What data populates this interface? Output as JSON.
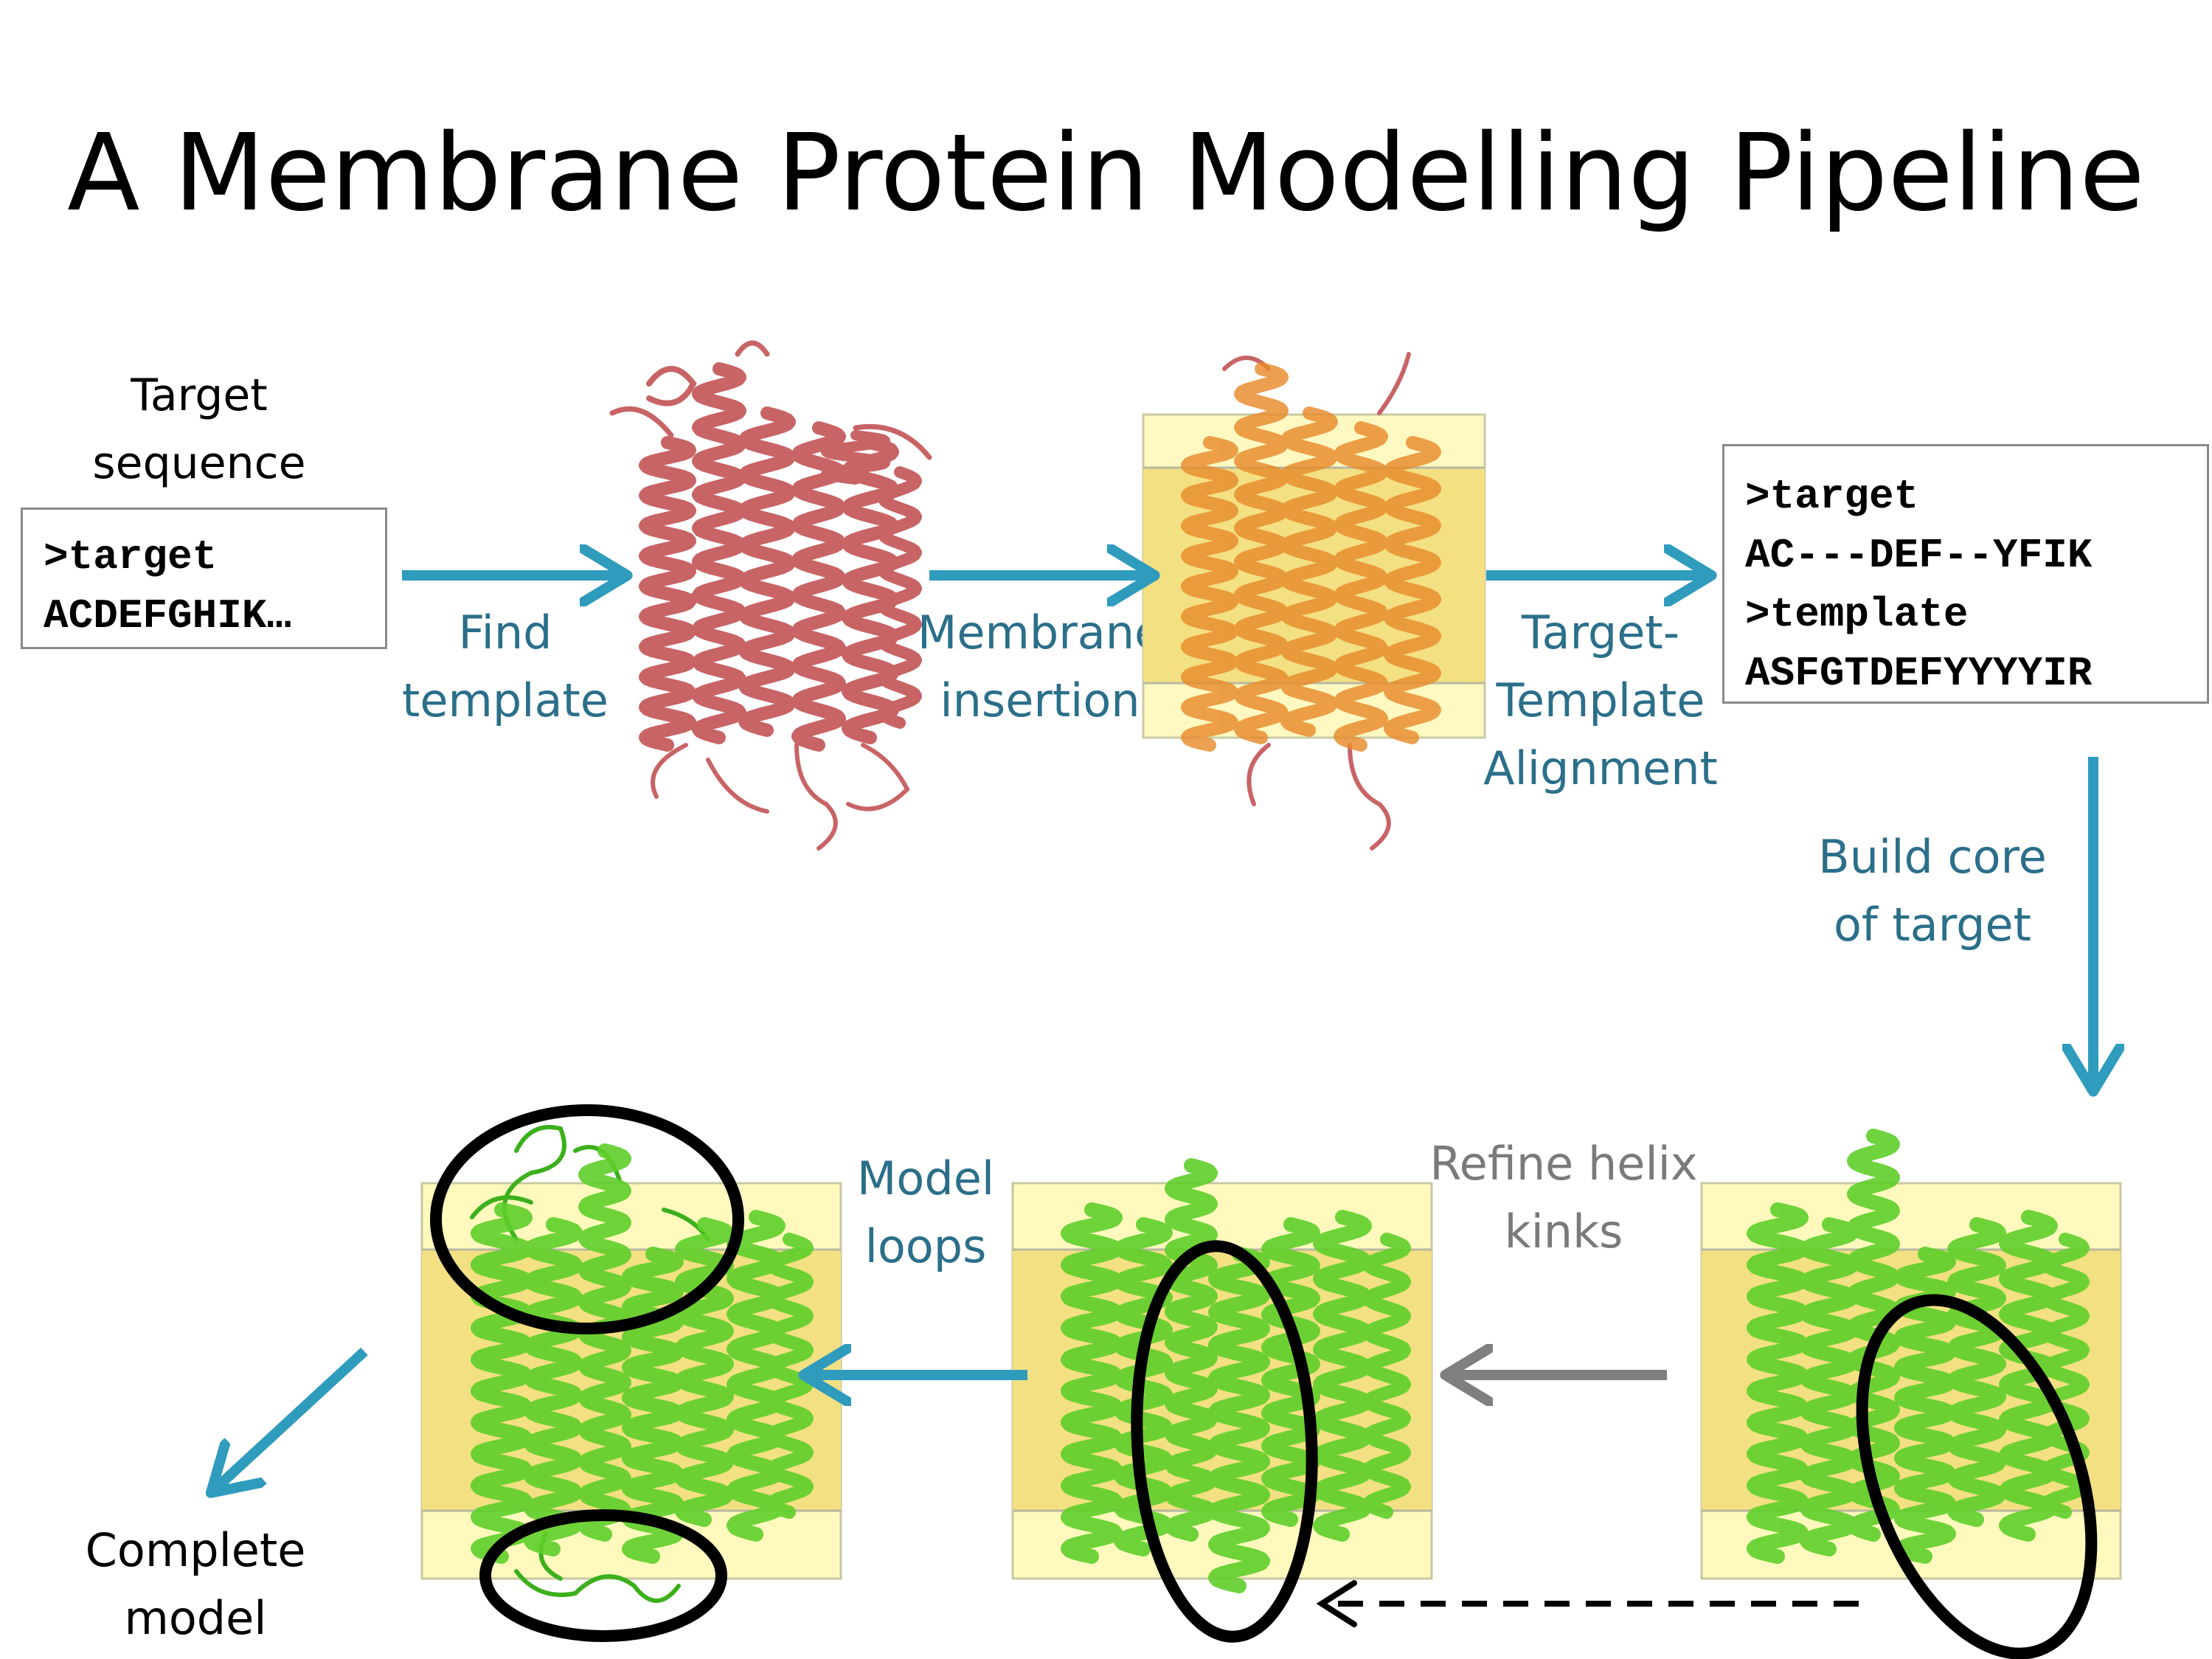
{
  "title": "A Membrane Protein Modelling Pipeline",
  "target_sequence": {
    "label_line1": "Target",
    "label_line2": "sequence",
    "line1": ">target",
    "line2": "ACDEFGHIK…"
  },
  "alignment": {
    "line1": ">target",
    "line2": "AC---DEF--YFIK",
    "line3": ">template",
    "line4": "ASFGTDEFYYYYIR"
  },
  "steps": {
    "find_template": [
      "Find",
      "template"
    ],
    "membrane_insertion": [
      "Membrane",
      "insertion"
    ],
    "alignment": [
      "Target-",
      "Template",
      "Alignment"
    ],
    "build_core": [
      "Build core",
      "of target"
    ],
    "refine_kinks": [
      "Refine helix",
      "kinks"
    ],
    "model_loops": [
      "Model",
      "loops"
    ],
    "complete_model": [
      "Complete",
      "model"
    ]
  },
  "colors": {
    "arrow_blue": "#2f9bbd",
    "arrow_gray": "#7f7f7f",
    "label_blue": "#2b6f8a",
    "membrane_outer": "#fff9be",
    "membrane_core": "#f3e083",
    "template_protein": "#c86466",
    "inserted_protein": "#e88b2c",
    "model_protein": "#5fcf2a"
  }
}
